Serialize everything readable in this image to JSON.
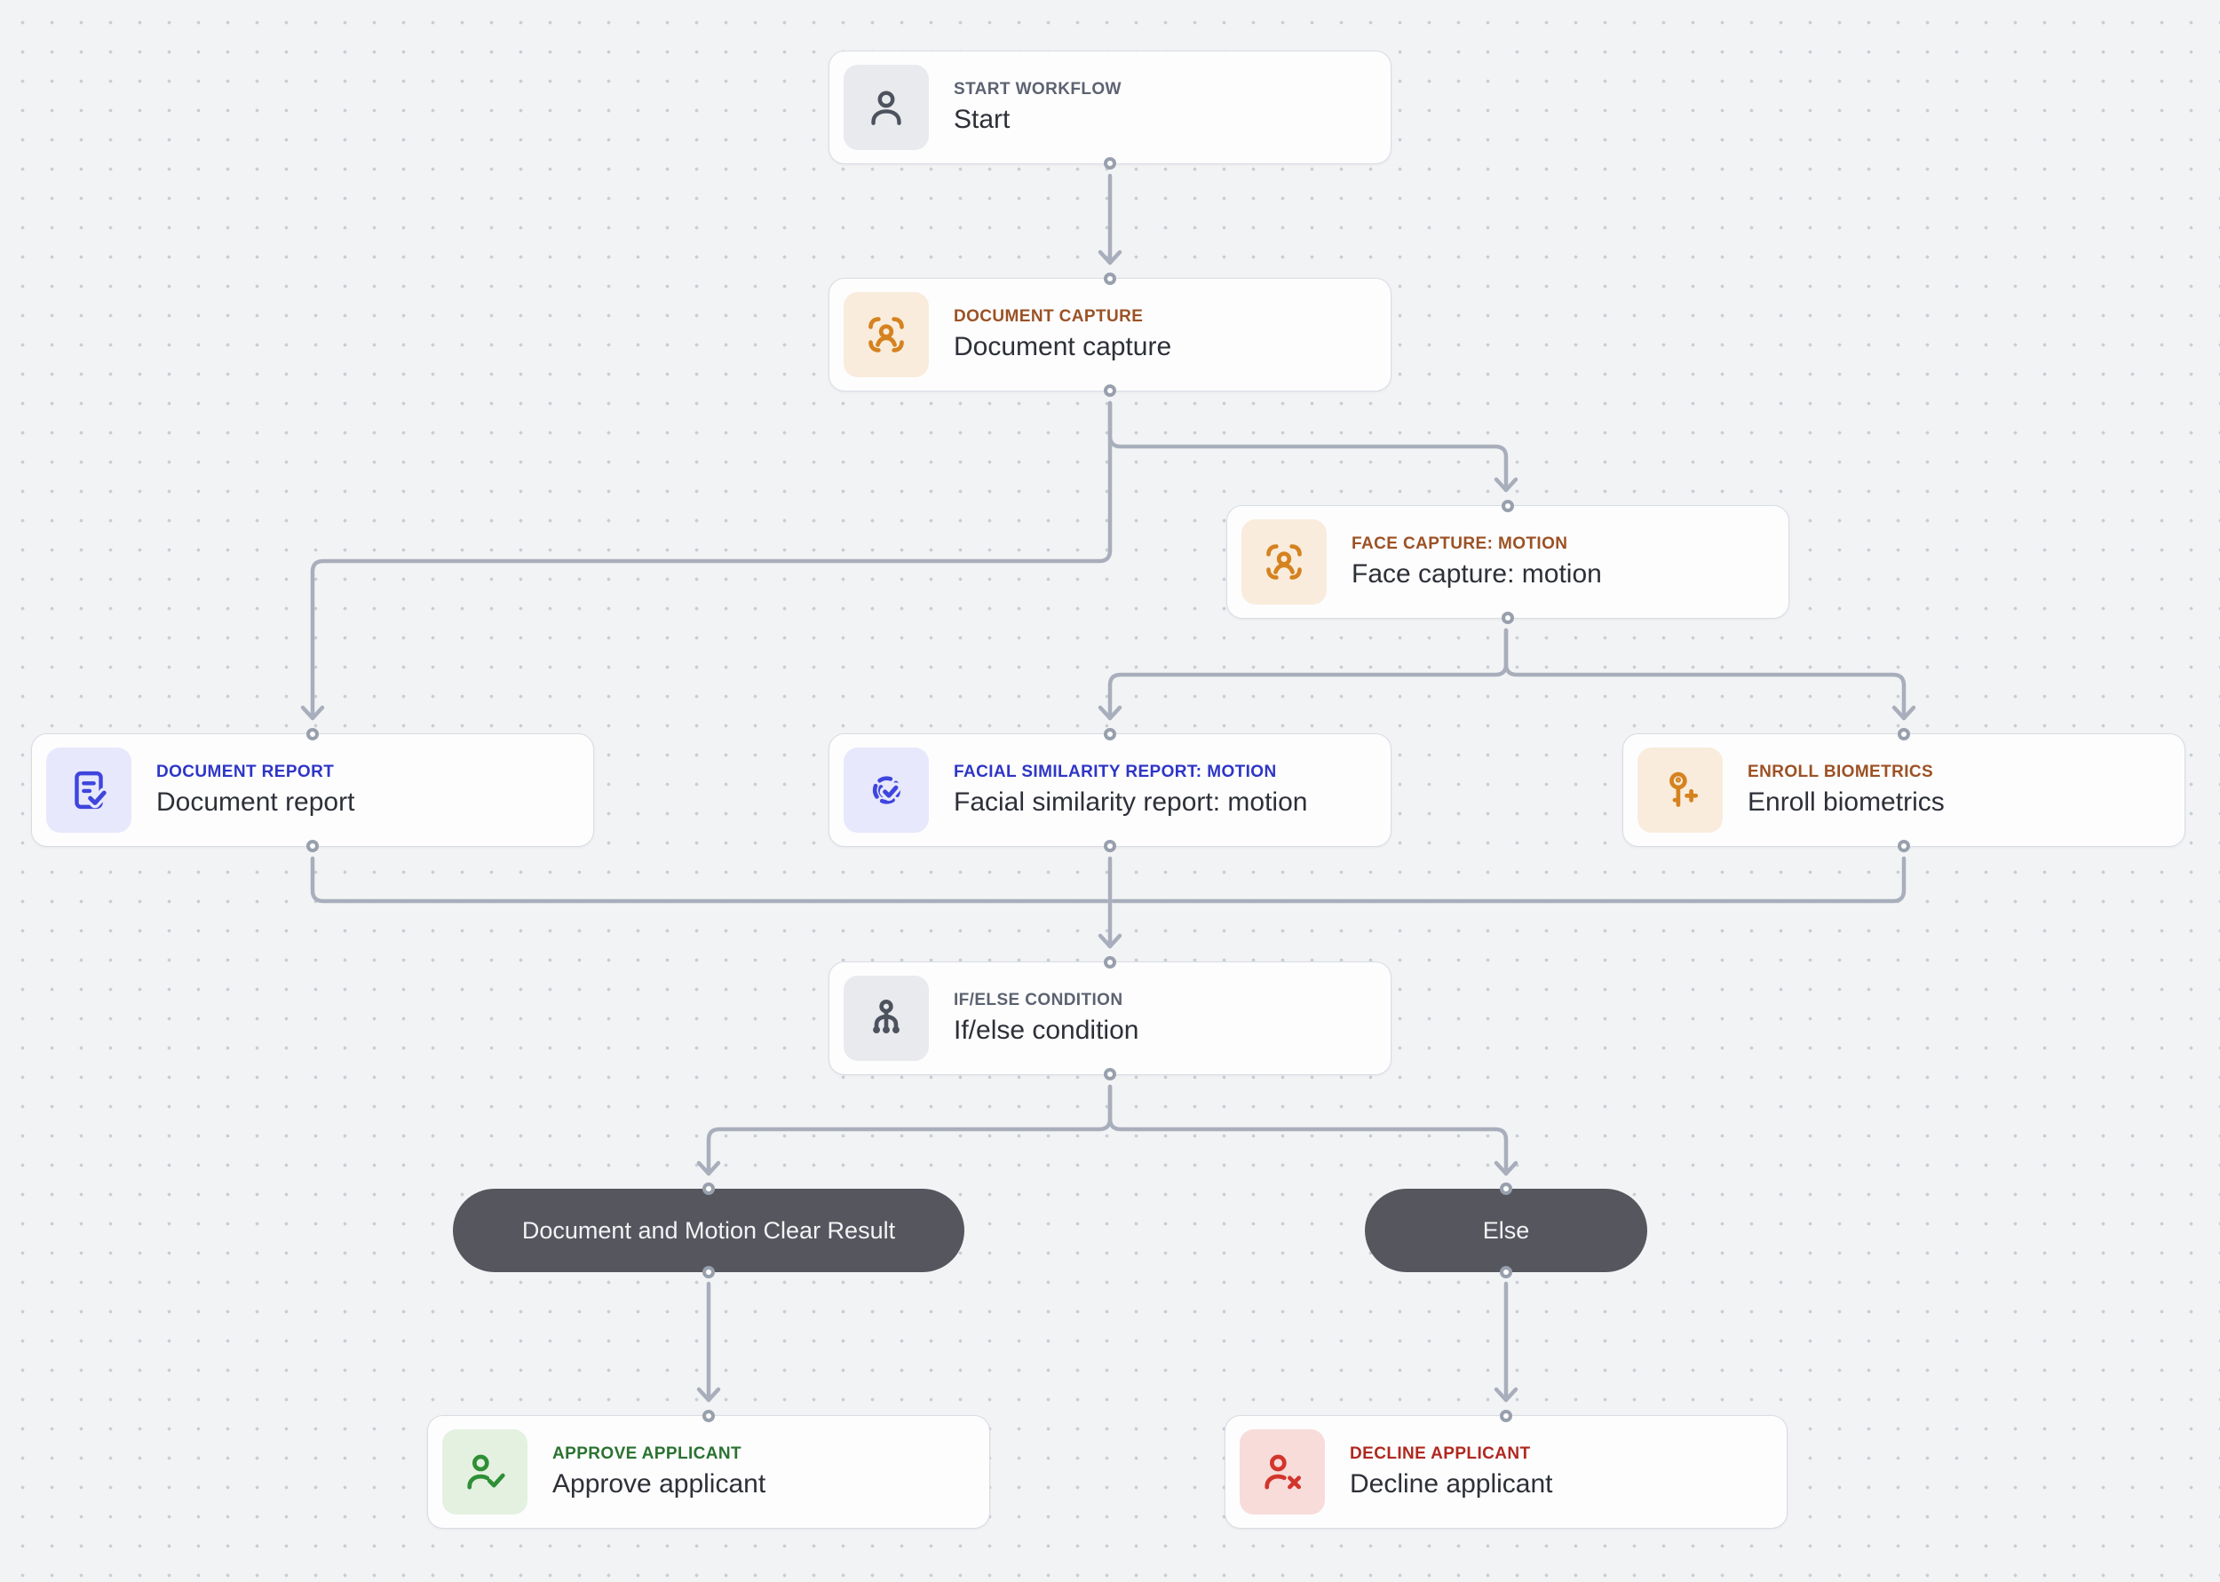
{
  "canvas": {
    "background": "#f2f3f5",
    "dot_color": "#c9cdd5",
    "edge_color": "#a8aebb",
    "port_stroke": "#98a0ad",
    "pill_background": "#55565e"
  },
  "nodes": {
    "start": {
      "label": "START WORKFLOW",
      "title": "Start",
      "icon": "user-icon",
      "accent": "#5c6270"
    },
    "document_capture": {
      "label": "DOCUMENT CAPTURE",
      "title": "Document capture",
      "icon": "scan-person-icon",
      "accent": "#9c5124"
    },
    "face_capture": {
      "label": "FACE CAPTURE: MOTION",
      "title": "Face capture: motion",
      "icon": "scan-person-icon",
      "accent": "#9c5124"
    },
    "document_report": {
      "label": "DOCUMENT REPORT",
      "title": "Document report",
      "icon": "document-check-icon",
      "accent": "#2e35c6"
    },
    "facial_similarity": {
      "label": "FACIAL SIMILARITY REPORT: MOTION",
      "title": "Facial similarity report: motion",
      "icon": "fingerprint-check-icon",
      "accent": "#2e35c6"
    },
    "enroll_biometrics": {
      "label": "ENROLL BIOMETRICS",
      "title": "Enroll biometrics",
      "icon": "key-plus-icon",
      "accent": "#9c5124"
    },
    "if_else": {
      "label": "IF/ELSE CONDITION",
      "title": "If/else condition",
      "icon": "branch-tree-icon",
      "accent": "#5c6270"
    },
    "approve": {
      "label": "APPROVE APPLICANT",
      "title": "Approve applicant",
      "icon": "user-check-icon",
      "accent": "#2b7231"
    },
    "decline": {
      "label": "DECLINE APPLICANT",
      "title": "Decline applicant",
      "icon": "user-x-icon",
      "accent": "#b0281f"
    }
  },
  "branches": {
    "clear": {
      "label": "Document and Motion Clear Result"
    },
    "else": {
      "label": "Else"
    }
  }
}
